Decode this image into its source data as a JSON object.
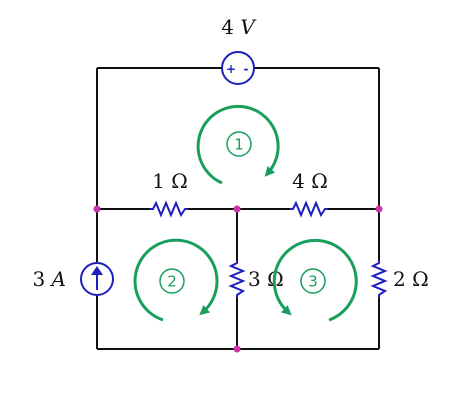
{
  "colors": {
    "wire": "#111111",
    "resistor": "#1f1fbf",
    "source": "#1f1fbf",
    "mesh": "#1a9e5c",
    "node": "#cc33aa"
  },
  "voltage_source": {
    "value": "4",
    "unit": "V",
    "plus": "+",
    "minus": "-"
  },
  "current_source": {
    "value": "3",
    "unit": "A"
  },
  "resistors": {
    "r1": {
      "value": "1",
      "unit": "Ω"
    },
    "r2": {
      "value": "4",
      "unit": "Ω"
    },
    "r3": {
      "value": "3",
      "unit": "Ω"
    },
    "r4": {
      "value": "2",
      "unit": "Ω"
    }
  },
  "meshes": {
    "m1": {
      "label": "1",
      "direction": "clockwise"
    },
    "m2": {
      "label": "2",
      "direction": "clockwise"
    },
    "m3": {
      "label": "3",
      "direction": "counterclockwise"
    }
  }
}
